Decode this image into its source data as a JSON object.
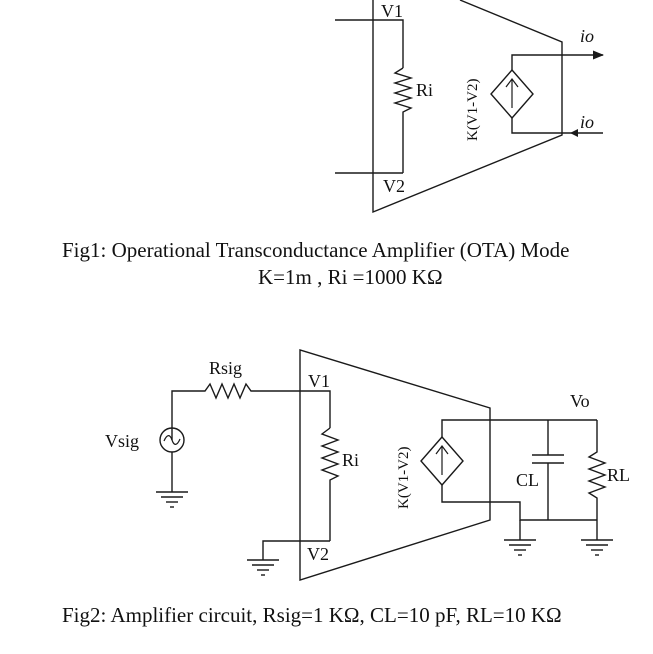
{
  "fig1": {
    "v1": "V1",
    "v2": "V2",
    "ri": "Ri",
    "gain": "K(V1-V2)",
    "io_top": "io",
    "io_bottom": "io",
    "caption_line1": "Fig1: Operational Transconductance Amplifier (OTA) Mode",
    "caption_line2": "K=1m , Ri =1000 KΩ"
  },
  "fig2": {
    "rsig": "Rsig",
    "vsig": "Vsig",
    "v1": "V1",
    "v2": "V2",
    "ri": "Ri",
    "gain": "K(V1-V2)",
    "vo": "Vo",
    "cl": "CL",
    "rl": "RL",
    "caption": "Fig2: Amplifier circuit, Rsig=1 KΩ, CL=10 pF, RL=10 KΩ"
  }
}
